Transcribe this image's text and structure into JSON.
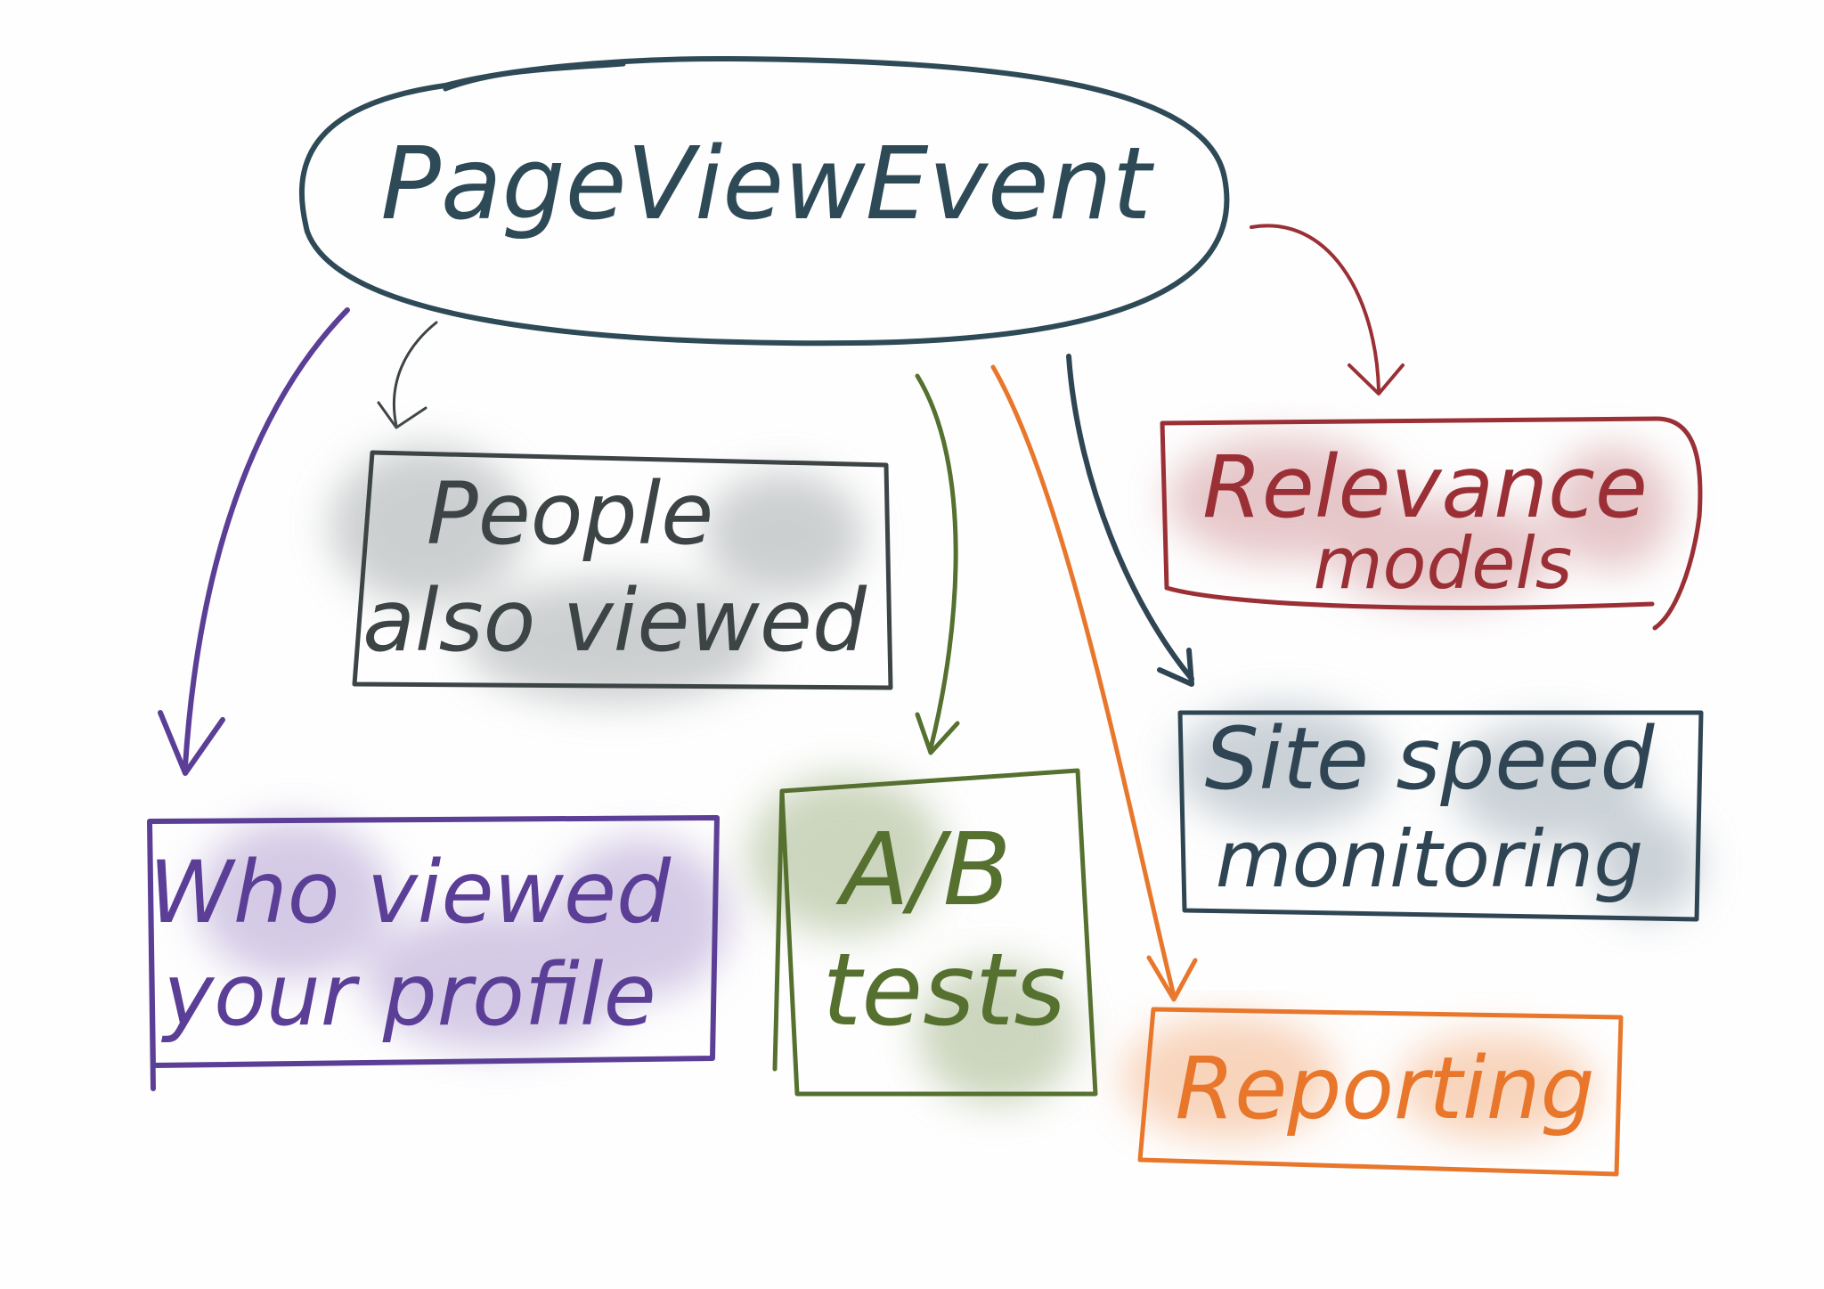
{
  "diagram": {
    "root": {
      "label": "PageViewEvent",
      "color": "#2e4a57"
    },
    "nodes": [
      {
        "id": "who-viewed",
        "lines": [
          "Who viewed",
          "your profile"
        ],
        "color": "#5b3e96",
        "shade": "#b9a8d6"
      },
      {
        "id": "people-also-viewed",
        "lines": [
          "People",
          "also viewed"
        ],
        "color": "#3d4446",
        "shade": "#b8bcbd"
      },
      {
        "id": "ab-tests",
        "lines": [
          "A/B",
          "tests"
        ],
        "color": "#55702f",
        "shade": "#b7c5a3"
      },
      {
        "id": "reporting",
        "lines": [
          "Reporting"
        ],
        "color": "#e8762b",
        "shade": "#f6c3a0"
      },
      {
        "id": "site-speed",
        "lines": [
          "Site speed",
          "monitoring"
        ],
        "color": "#2f4553",
        "shade": "#b5c0c8"
      },
      {
        "id": "relevance-models",
        "lines": [
          "Relevance",
          "models"
        ],
        "color": "#9a2f35",
        "shade": "#ddb0b3"
      }
    ]
  }
}
